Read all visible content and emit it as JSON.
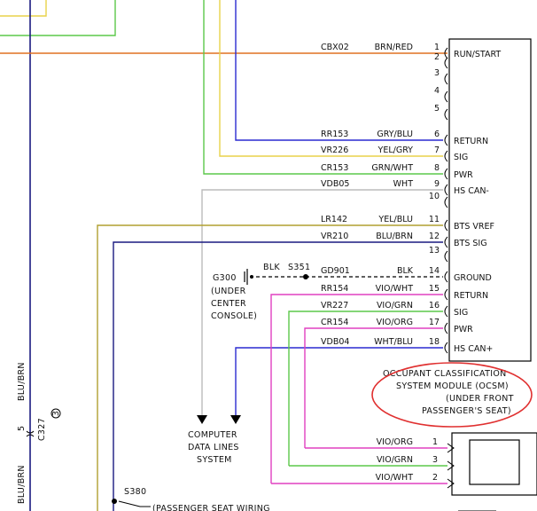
{
  "connector_pins": [
    {
      "pin": "1",
      "circuit": "CBX02",
      "color": "BRN/RED",
      "function": "RUN/START"
    },
    {
      "pin": "2",
      "circuit": "",
      "color": "",
      "function": ""
    },
    {
      "pin": "3",
      "circuit": "",
      "color": "",
      "function": ""
    },
    {
      "pin": "4",
      "circuit": "",
      "color": "",
      "function": ""
    },
    {
      "pin": "5",
      "circuit": "",
      "color": "",
      "function": ""
    },
    {
      "pin": "6",
      "circuit": "RR153",
      "color": "GRY/BLU",
      "function": "RETURN"
    },
    {
      "pin": "7",
      "circuit": "VR226",
      "color": "YEL/GRY",
      "function": "SIG"
    },
    {
      "pin": "8",
      "circuit": "CR153",
      "color": "GRN/WHT",
      "function": "PWR"
    },
    {
      "pin": "9",
      "circuit": "VDB05",
      "color": "WHT",
      "function": "HS CAN-"
    },
    {
      "pin": "10",
      "circuit": "",
      "color": "",
      "function": ""
    },
    {
      "pin": "11",
      "circuit": "LR142",
      "color": "YEL/BLU",
      "function": "BTS VREF"
    },
    {
      "pin": "12",
      "circuit": "VR210",
      "color": "BLU/BRN",
      "function": "BTS SIG"
    },
    {
      "pin": "13",
      "circuit": "",
      "color": "",
      "function": ""
    },
    {
      "pin": "14",
      "circuit": "GD901",
      "color": "BLK",
      "function": "GROUND"
    },
    {
      "pin": "15",
      "circuit": "RR154",
      "color": "VIO/WHT",
      "function": "RETURN"
    },
    {
      "pin": "16",
      "circuit": "VR227",
      "color": "VIO/GRN",
      "function": "SIG"
    },
    {
      "pin": "17",
      "circuit": "CR154",
      "color": "VIO/ORG",
      "function": "PWR"
    },
    {
      "pin": "18",
      "circuit": "VDB04",
      "color": "WHT/BLU",
      "function": "HS CAN+"
    }
  ],
  "module_label": [
    "OCCUPANT CLASSIFICATION",
    "SYSTEM MODULE (OCSM)",
    "(UNDER FRONT",
    "PASSENGER'S SEAT)"
  ],
  "ground": {
    "id": "G300",
    "wire": "BLK",
    "splice": "S351",
    "location": [
      "(UNDER",
      "CENTER",
      "CONSOLE)"
    ]
  },
  "computer_data": [
    "COMPUTER",
    "DATA LINES",
    "SYSTEM"
  ],
  "sensor_pins": [
    {
      "pin": "1",
      "color": "VIO/ORG"
    },
    {
      "pin": "3",
      "color": "VIO/GRN"
    },
    {
      "pin": "2",
      "color": "VIO/WHT"
    }
  ],
  "left_side": {
    "wire_color_1": "BLU/BRN",
    "connector": "C327",
    "connector_pin": "5",
    "connector_code": "3",
    "wire_color_2": "BLU/BRN"
  },
  "splice_s380": {
    "id": "S380",
    "note": "(PASSENGER SEAT WIRING"
  },
  "colors": {
    "highlight": "#e03030",
    "orange": "#e07020",
    "yellow": "#e8d24a",
    "green": "#5cc84a",
    "blue": "#2a2ad0",
    "navy": "#1a1a80",
    "gray": "#bbbbbb",
    "olive": "#b0a030",
    "magenta": "#e040c0",
    "black": "#000000"
  }
}
